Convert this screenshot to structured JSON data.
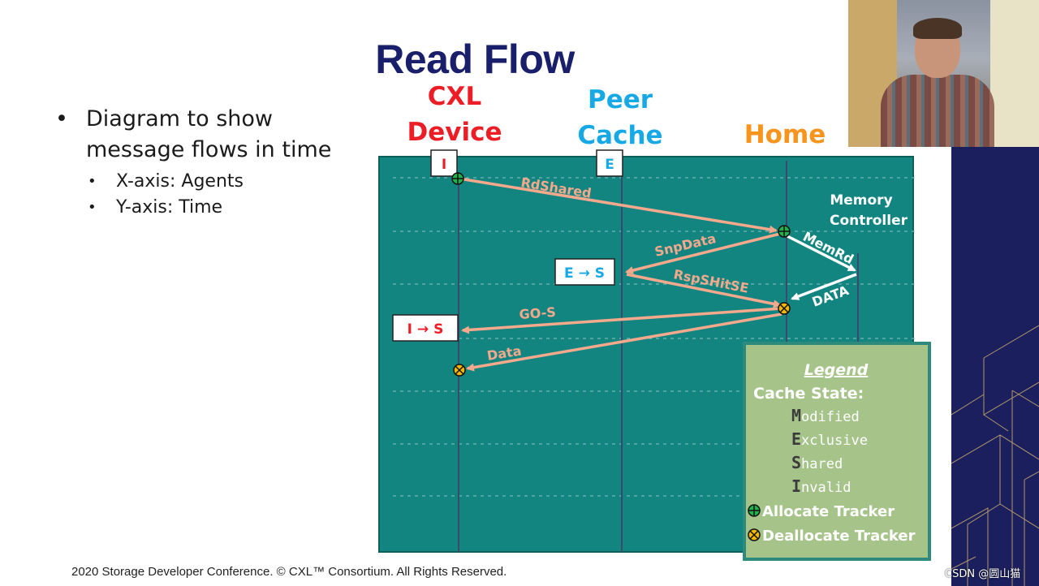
{
  "slide": {
    "title": "Read Flow",
    "footer": "2020 Storage Developer Conference. © CXL™ Consortium.  All Rights Reserved.",
    "watermark": "CSDN @圆山猫"
  },
  "bullets": {
    "main": "Diagram to show message flows in time",
    "items": [
      "X-axis: Agents",
      "Y-axis: Time"
    ]
  },
  "agents": {
    "cxl_line1": "CXL",
    "cxl_line2": "Device",
    "peer_line1": "Peer",
    "peer_line2": "Cache",
    "home": "Home",
    "memory_line1": "Memory",
    "memory_line2": "Controller"
  },
  "states": {
    "cxl_initial": "I",
    "peer_initial": "E",
    "peer_transition": "E → S",
    "cxl_transition": "I → S"
  },
  "messages": {
    "rdshared": "RdShared",
    "snpdata": "SnpData",
    "memrd": "MemRd",
    "data_mem": "DATA",
    "rspshitse": "RspSHitSE",
    "gos": "GO-S",
    "data": "Data"
  },
  "legend": {
    "title": "Legend",
    "cache_state": "Cache State:",
    "states": [
      {
        "initial": "M",
        "rest": "odified"
      },
      {
        "initial": "E",
        "rest": "xclusive"
      },
      {
        "initial": "S",
        "rest": "hared"
      },
      {
        "initial": "I",
        "rest": "nvalid"
      }
    ],
    "allocate": "Allocate Tracker",
    "deallocate": "Deallocate Tracker"
  },
  "colors": {
    "diagram_bg": "#138581",
    "arrow": "#f4a98c",
    "title": "#1a1f6b",
    "cxl": "#ee1c24",
    "peer": "#16a9e6",
    "home": "#f7941d",
    "legend_bg": "#a6c48a",
    "legend_border": "#2f8a7e",
    "allocate": "#22b14c",
    "deallocate": "#f5b800"
  }
}
